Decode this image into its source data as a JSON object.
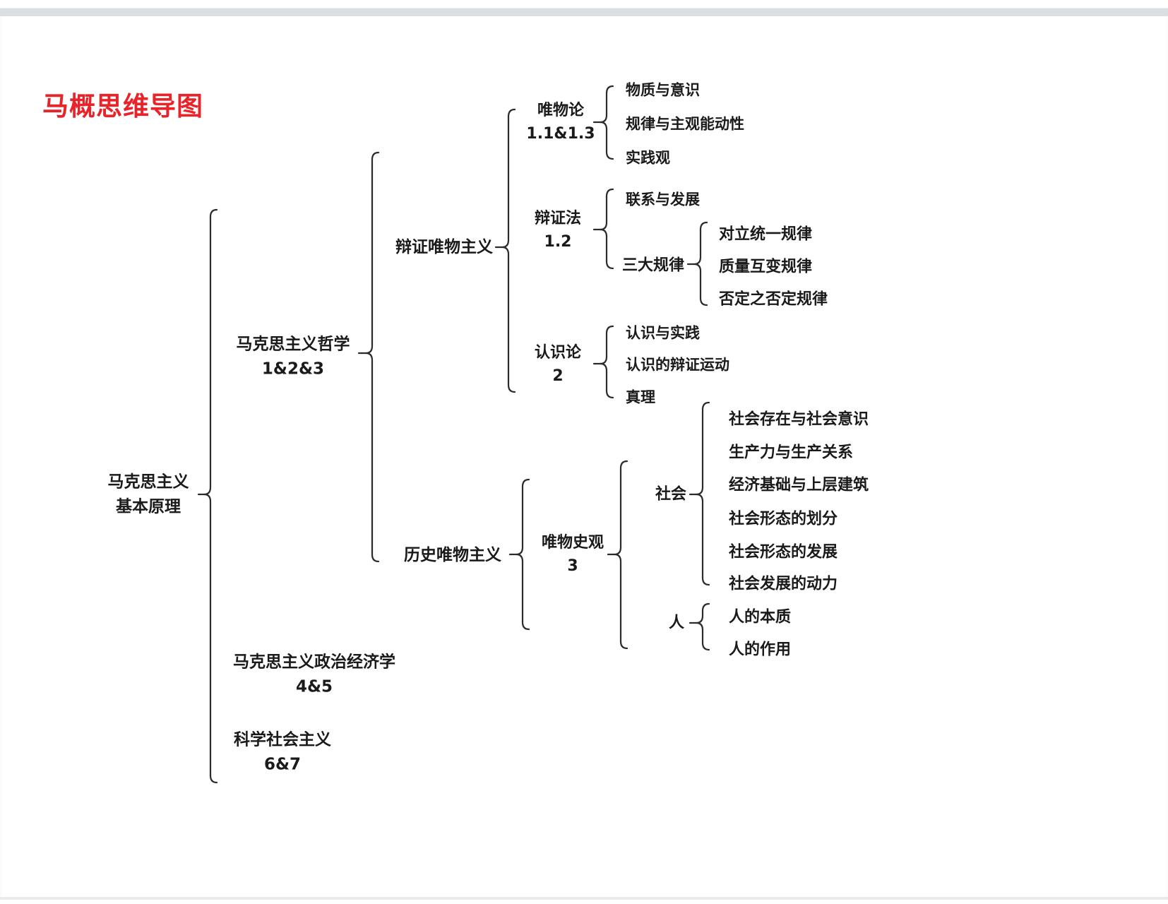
{
  "page": {
    "title": "马概思维导图",
    "title_color": "#e8232a",
    "background": "#ffffff",
    "text_color": "#1a1a1a",
    "connector_color": "#2b2b2b"
  },
  "chart_data": {
    "type": "diagram",
    "diagram_type": "mind-map-bracket-tree",
    "title": "马概思维导图",
    "orientation": "left-to-right",
    "root": {
      "id": "root",
      "label_line1": "马克思主义",
      "label_line2": "基本原理",
      "level": 0
    },
    "nodes": {
      "level2": [
        {
          "id": "philosophy",
          "label_line1": "马克思主义哲学",
          "label_line2": "1&2&3"
        },
        {
          "id": "political-economy",
          "label_line1": "马克思主义政治经济学",
          "label_line2": "4&5"
        },
        {
          "id": "scientific-socialism",
          "label_line1": "科学社会主义",
          "label_line2": "6&7"
        }
      ],
      "level3": [
        {
          "id": "dialectical-materialism",
          "label_line1": "辩证唯物主义",
          "label_line2": ""
        },
        {
          "id": "historical-materialism",
          "label_line1": "历史唯物主义",
          "label_line2": ""
        }
      ],
      "level4": [
        {
          "id": "materialism",
          "label_line1": "唯物论",
          "label_line2": "1.1&1.3"
        },
        {
          "id": "dialectics",
          "label_line1": "辩证法",
          "label_line2": "1.2"
        },
        {
          "id": "epistemology",
          "label_line1": "认识论",
          "label_line2": "2"
        },
        {
          "id": "materialist-view-of-history",
          "label_line1": "唯物史观",
          "label_line2": "3"
        }
      ],
      "level5": [
        {
          "id": "three-laws",
          "label_line1": "三大规律",
          "label_line2": ""
        },
        {
          "id": "society",
          "label_line1": "社会",
          "label_line2": ""
        },
        {
          "id": "human",
          "label_line1": "人",
          "label_line2": ""
        }
      ]
    },
    "leaves": {
      "materialism": [
        "物质与意识",
        "规律与主观能动性",
        "实践观"
      ],
      "dialectics": [
        "联系与发展"
      ],
      "three_laws": [
        "对立统一规律",
        "质量互变规律",
        "否定之否定规律"
      ],
      "epistemology": [
        "认识与实践",
        "认识的辩证运动",
        "真理"
      ],
      "society": [
        "社会存在与社会意识",
        "生产力与生产关系",
        "经济基础与上层建筑",
        "社会形态的划分",
        "社会形态的发展",
        "社会发展的动力"
      ],
      "human": [
        "人的本质",
        "人的作用"
      ]
    },
    "edges": [
      {
        "from": "root",
        "to": "philosophy"
      },
      {
        "from": "root",
        "to": "political-economy"
      },
      {
        "from": "root",
        "to": "scientific-socialism"
      },
      {
        "from": "philosophy",
        "to": "dialectical-materialism"
      },
      {
        "from": "philosophy",
        "to": "historical-materialism"
      },
      {
        "from": "dialectical-materialism",
        "to": "materialism"
      },
      {
        "from": "dialectical-materialism",
        "to": "dialectics"
      },
      {
        "from": "dialectical-materialism",
        "to": "epistemology"
      },
      {
        "from": "historical-materialism",
        "to": "materialist-view-of-history"
      },
      {
        "from": "materialist-view-of-history",
        "to": "society"
      },
      {
        "from": "materialist-view-of-history",
        "to": "human"
      },
      {
        "from": "dialectics",
        "to": "three-laws"
      }
    ]
  }
}
